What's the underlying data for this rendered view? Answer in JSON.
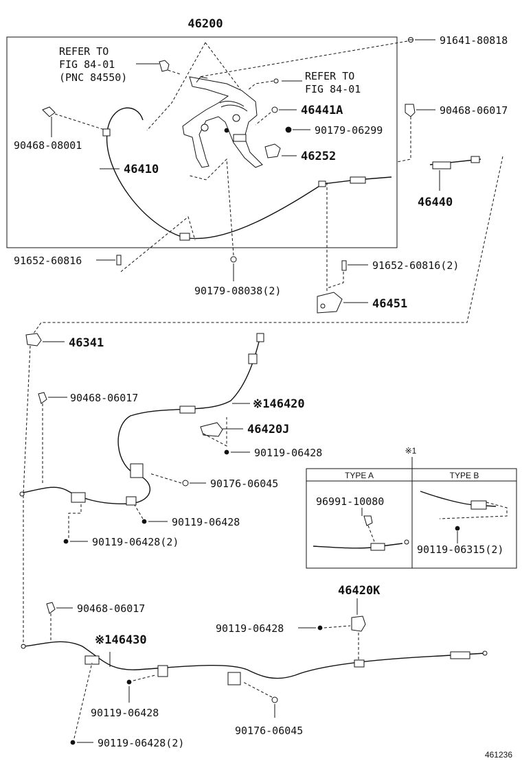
{
  "assembly": {
    "number": "46200",
    "refer_1": [
      "REFER TO",
      "FIG 84-01",
      "(PNC 84550)"
    ],
    "refer_2": [
      "REFER TO",
      "FIG 84-01"
    ]
  },
  "callouts": {
    "p91641_80818": "91641-80818",
    "p90468_06017_top": "90468-06017",
    "p46441A": "46441A",
    "p90179_06299": "90179-06299",
    "p46252": "46252",
    "p90468_08001": "90468-08001",
    "p46410": "46410",
    "p46440": "46440",
    "p91652_60816_left": "91652-60816",
    "p91652_60816_right": "91652-60816(2)",
    "p90179_08038": "90179-08038(2)",
    "p46451": "46451",
    "p46341": "46341",
    "p90468_06017_mid": "90468-06017",
    "p46420": "※146420",
    "p46420J": "46420J",
    "p90119_06428_a": "90119-06428",
    "p90176_06045_a": "90176-06045",
    "p90119_06428_b": "90119-06428",
    "p90119_06428_c": "90119-06428(2)",
    "p90468_06017_low": "90468-06017",
    "p46420K": "46420K",
    "p90119_06428_d": "90119-06428",
    "p46430": "※146430",
    "p90119_06428_e": "90119-06428",
    "p90176_06045_b": "90176-06045",
    "p90119_06428_f": "90119-06428(2)"
  },
  "note_box": {
    "marker": "※1",
    "type_a_label": "TYPE A",
    "type_b_label": "TYPE B",
    "type_a_part": "96991-10080",
    "type_b_part": "90119-06315(2)"
  },
  "figure_id": "461236"
}
